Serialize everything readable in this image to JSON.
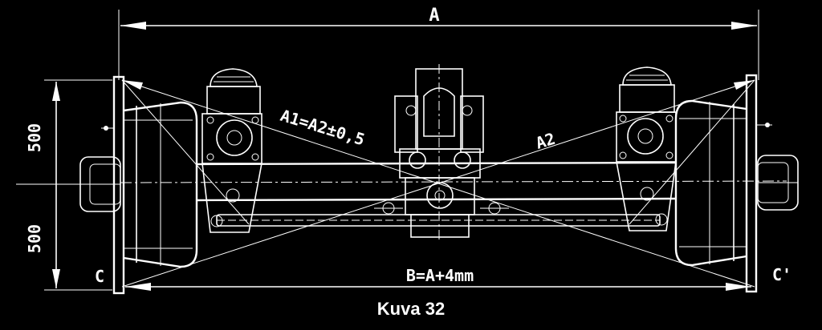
{
  "labels": {
    "dim_a": "A",
    "dim_b": "B=A+4mm",
    "diag_a1": "A1=A2±0,5",
    "diag_a2": "A2",
    "dim_upper": "500",
    "dim_lower": "500",
    "corner_c": "C",
    "corner_c_prime": "C'"
  },
  "caption": "Kuva 32"
}
